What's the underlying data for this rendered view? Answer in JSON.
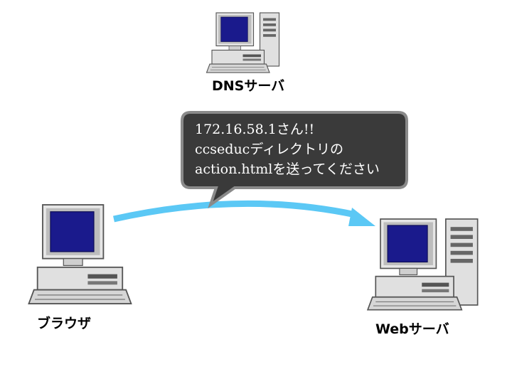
{
  "nodes": {
    "dns_server": {
      "label": "DNSサーバ"
    },
    "browser": {
      "label": "ブラウザ"
    },
    "web_server": {
      "label": "Webサーバ"
    }
  },
  "bubble": {
    "line1": "172.16.58.1さん!!",
    "line2": "ccseducディレクトリの",
    "line3": "action.htmlを送ってください"
  },
  "colors": {
    "arrow": "#5bc8f5",
    "bubble_fill": "#3a3a3a",
    "bubble_border": "#8a8a8a",
    "screen": "#1a1a8c",
    "case": "#d8d8d8"
  }
}
